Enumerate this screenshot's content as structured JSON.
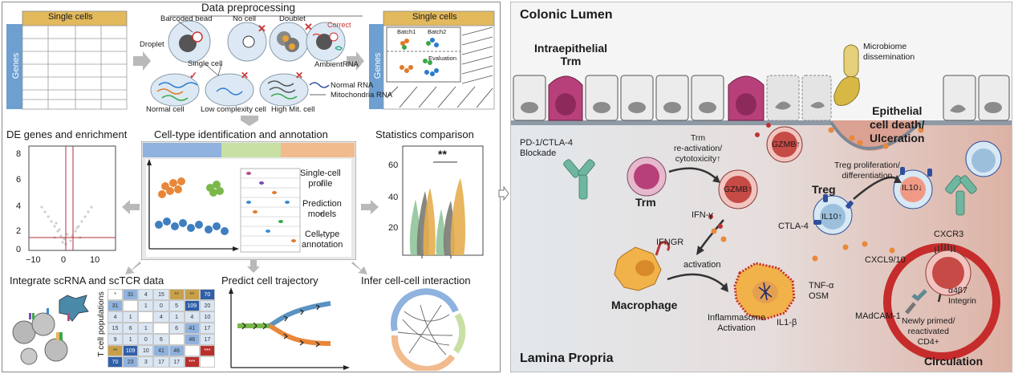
{
  "left": {
    "data_preprocessing": {
      "title": "Data preprocessing",
      "single_cells": "Single cells",
      "genes": "Genes",
      "barcoded_bead": "Barcoded bead",
      "droplet": "Droplet",
      "no_cell": "No cell",
      "doublet": "Doublet",
      "correct": "Correct",
      "single_cell": "Single cell",
      "ambient_rna": "AmbientRNA",
      "batch1": "Batch1",
      "batch2": "Batch2",
      "evaluation": "Evaluation",
      "normal_rna": "Normal RNA",
      "mito_rna": "Mitochondria RNA",
      "normal_cell": "Normal cell",
      "low_complexity": "Low complexity cell",
      "high_mit": "High Mit. cell"
    },
    "de_genes": {
      "title": "DE genes and enrichment",
      "y_ticks": [
        "8",
        "6",
        "4",
        "2",
        "0"
      ],
      "x_ticks": [
        "−10",
        "0",
        "10"
      ]
    },
    "cell_type": {
      "title": "Cell-type identification and annotation",
      "profile": "Single-cell\nprofile",
      "models": "Prediction\nmodels",
      "annotation": "Cell-type\nannotation"
    },
    "stats": {
      "title": "Statistics comparison",
      "y_ticks": [
        "60",
        "40",
        "20"
      ],
      "sig": "**"
    },
    "integrate": {
      "title": "Integrate scRNA and scTCR data",
      "ylabel": "T cell populations",
      "matrix": [
        [
          "*",
          "31",
          "4",
          "15",
          "**",
          "**",
          "70"
        ],
        [
          "31",
          "",
          "1",
          "0",
          "5",
          "109",
          "20"
        ],
        [
          "4",
          "1",
          "",
          "4",
          "1",
          "4",
          "10"
        ],
        [
          "15",
          "6",
          "1",
          "",
          "6",
          "41",
          "17"
        ],
        [
          "9",
          "1",
          "0",
          "6",
          "",
          "46",
          "17"
        ],
        [
          "**",
          "109",
          "10",
          "41",
          "46",
          "",
          "***"
        ],
        [
          "70",
          "23",
          "3",
          "17",
          "17",
          "***",
          ""
        ]
      ]
    },
    "trajectory": {
      "title": "Predict cell trajectory"
    },
    "interaction": {
      "title": "Infer cell-cell interaction"
    }
  },
  "right": {
    "colonic_lumen": "Colonic Lumen",
    "intraepithelial_trm": "Intraepithelial\nTrm",
    "microbiome": "Microbiome\ndissemination",
    "epithelial_death": "Epithelial\ncell death/\nUlceration",
    "pd1": "PD-1/CTLA-4\nBlockade",
    "trm_reactivation": "Trm\nre-activation/\ncytotoxicity↑",
    "gzmb_up": "GZMB↑",
    "trm": "Trm",
    "treg": "Treg",
    "treg_prolif": "Treg proliferation/\ndifferentiation",
    "il10_up": "IL10↑",
    "il10_down": "IL10↓",
    "ctla4": "CTLA-4",
    "ifng": "IFN-γ",
    "ifngr": "IFNGR",
    "activation": "activation",
    "macrophage": "Macrophage",
    "inflammasome": "Inflammasome\nActivation",
    "il1b": "IL1-β",
    "tnf": "TNF-α\nOSM",
    "cxcl": "CXCL9/10",
    "cxcr3": "CXCR3",
    "a4b7": "α4β7\nIntegrin",
    "madcam": "MAdCAM-1",
    "newly_primed": "Newly primed/\nreactivated\nCD4+",
    "lamina_propria": "Lamina Propria",
    "circulation": "Circulation"
  },
  "colors": {
    "table_header": "#e2b95c",
    "genes_bar": "#6d9fd0",
    "arrow": "#b9b9b9",
    "blue_bar": "#8fb2de",
    "green_bar": "#c9e0a4",
    "orange_bar": "#f1bb8d",
    "lumen_bg": "#f2f2f2",
    "lamina_bg": "#e9d8d2",
    "trm_magenta": "#b8407a",
    "gzmb_red": "#c64a45",
    "treg_blue": "#2f4f9c",
    "teal": "#6fb6a0"
  },
  "icons": [
    "red-x-icon",
    "check-icon",
    "gray-arrow-icon",
    "hollow-arrow-icon",
    "antibody-icon"
  ]
}
